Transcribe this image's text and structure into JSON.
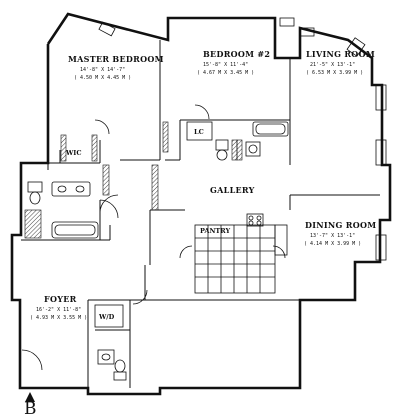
{
  "plan": {
    "rooms": {
      "master_bedroom": {
        "name": "MASTER BEDROOM",
        "dim1": "14'-8\" X 14'-7\"",
        "dim2": "( 4.50 M X 4.45 M )"
      },
      "bedroom2": {
        "name": "BEDROOM #2",
        "dim1": "15'-8\" X 11'-4\"",
        "dim2": "( 4.67 M X 3.45 M )"
      },
      "living_room": {
        "name": "LIVING ROOM",
        "dim1": "21'-5\" X 13'-1\"",
        "dim2": "( 6.53 M X 3.99 M )"
      },
      "dining_room": {
        "name": "DINING ROOM",
        "dim1": "13'-7\" X 13'-1\"",
        "dim2": "( 4.14 M X 3.99 M )"
      },
      "foyer": {
        "name": "FOYER",
        "dim1": "16'-2\" X 11'-8\"",
        "dim2": "( 4.93 M X 3.55 M )"
      },
      "gallery": {
        "name": "GALLERY"
      }
    },
    "labels": {
      "wic": "WIC",
      "lc": "LC",
      "pantry": "PANTRY",
      "wd": "W/D"
    },
    "compass_letter": "B"
  }
}
